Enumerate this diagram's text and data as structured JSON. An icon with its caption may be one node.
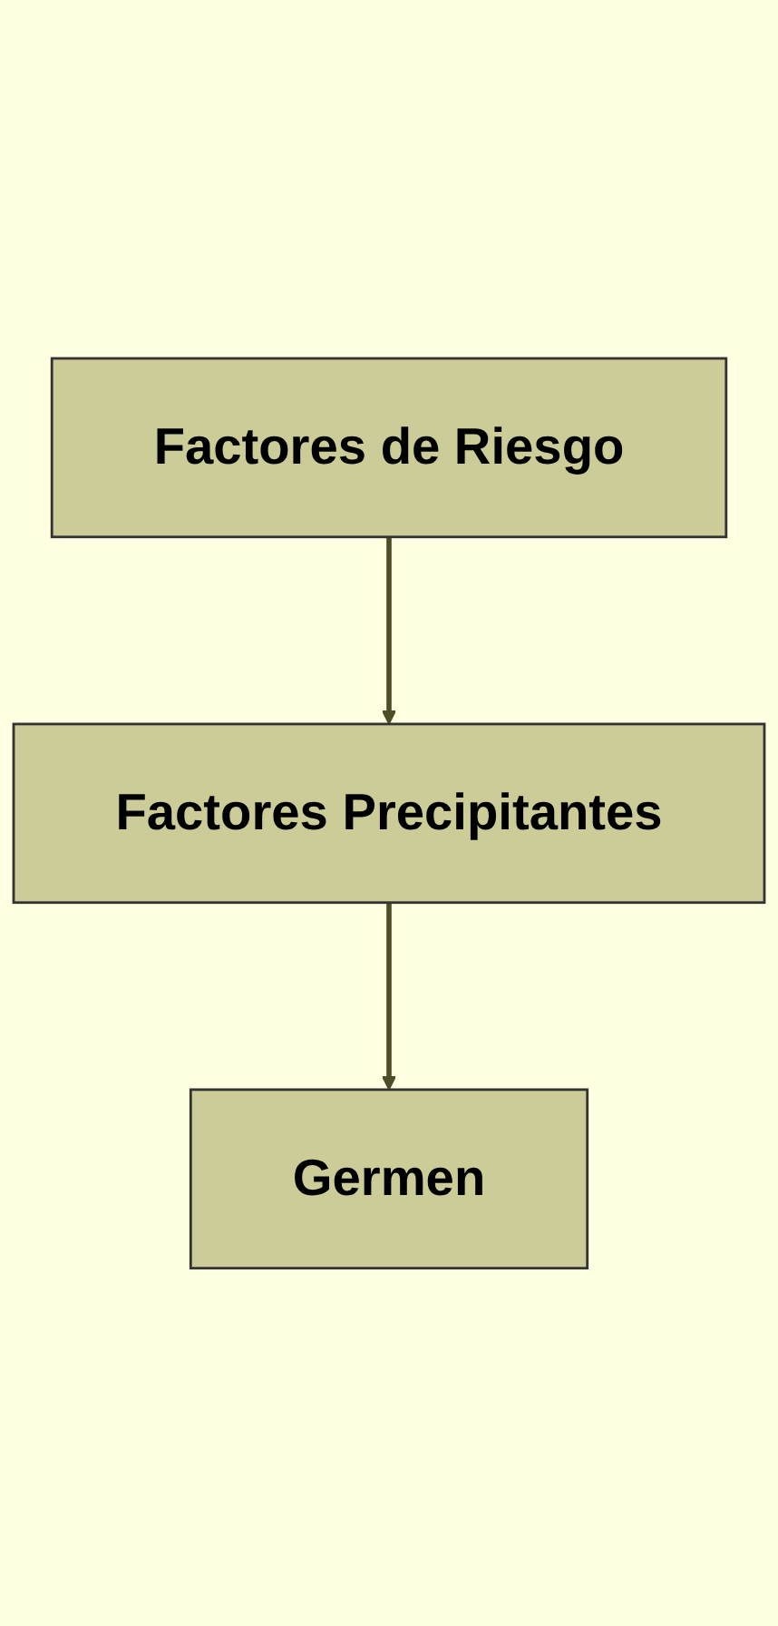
{
  "diagram": {
    "nodes": [
      {
        "text": [
          "Factores de Riesgo"
        ]
      },
      {
        "text": [
          "Factores Precipitantes"
        ]
      },
      {
        "text": [
          "Germen"
        ]
      }
    ],
    "edges": [
      {
        "from": 0,
        "to": 1,
        "arrow": "to"
      },
      {
        "from": 1,
        "to": 2,
        "arrow": "to"
      }
    ]
  }
}
